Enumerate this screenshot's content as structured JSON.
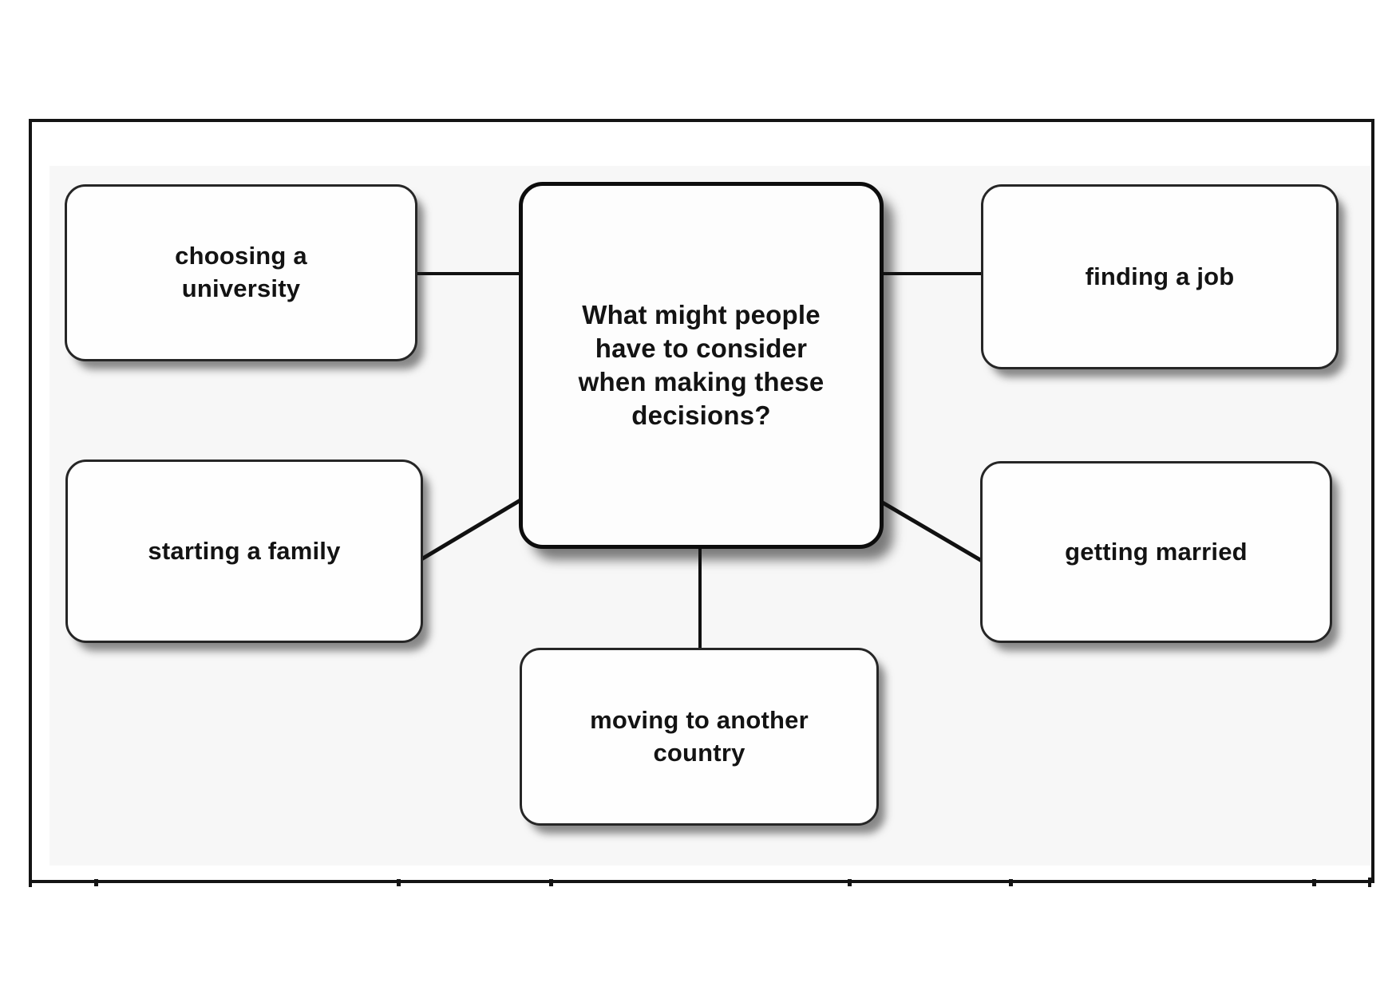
{
  "diagram": {
    "center": {
      "id": "central-question",
      "label": "What might people have to consider when making these decisions?"
    },
    "nodes": [
      {
        "id": "choosing-university",
        "label": "choosing a university"
      },
      {
        "id": "finding-job",
        "label": "finding a job"
      },
      {
        "id": "starting-family",
        "label": "starting a family"
      },
      {
        "id": "getting-married",
        "label": "getting married"
      },
      {
        "id": "moving-country",
        "label": "moving to another country"
      }
    ],
    "edges": [
      {
        "from": "choosing-university",
        "to": "central-question"
      },
      {
        "from": "finding-job",
        "to": "central-question"
      },
      {
        "from": "starting-family",
        "to": "central-question"
      },
      {
        "from": "getting-married",
        "to": "central-question"
      },
      {
        "from": "moving-country",
        "to": "central-question"
      }
    ],
    "colors": {
      "line": "#111111",
      "border": "#141414",
      "text": "#131313",
      "panel_background": "#f7f7f7",
      "box_fill": "#fdfdfd",
      "page_background": "#ffffff"
    }
  }
}
